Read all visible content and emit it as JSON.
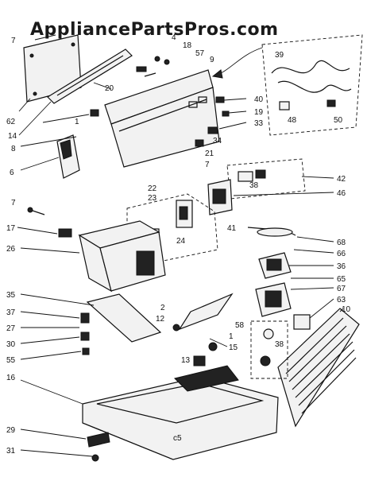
{
  "watermark": "AppliancePartsPros.com",
  "labels": {
    "l1": "1",
    "l2": "2",
    "l4": "4",
    "l6": "6",
    "l7a": "7",
    "l7b": "7",
    "l7c": "7",
    "l8": "8",
    "l9": "9",
    "l10": "10",
    "l12": "12",
    "l13": "13",
    "l14": "14",
    "l15": "15",
    "l16": "16",
    "l17": "17",
    "l18": "18",
    "l19": "19",
    "l20": "20",
    "l21": "21",
    "l22": "22",
    "l23": "23",
    "l24": "24",
    "l26": "26",
    "l27": "27",
    "l29": "29",
    "l30": "30",
    "l31": "31",
    "l33": "33",
    "l34": "34",
    "l35": "35",
    "l36": "36",
    "l37": "37",
    "l38a": "38",
    "l38b": "38",
    "l39": "39",
    "l40": "40",
    "l41": "41",
    "l42": "42",
    "l46": "46",
    "l48": "48",
    "l50": "50",
    "l55": "55",
    "l57": "57",
    "l58": "58",
    "l62": "62",
    "l63": "63",
    "l65": "65",
    "l66": "66",
    "l67": "67",
    "l68": "68",
    "l1b": "1",
    "lcs": "c5"
  }
}
